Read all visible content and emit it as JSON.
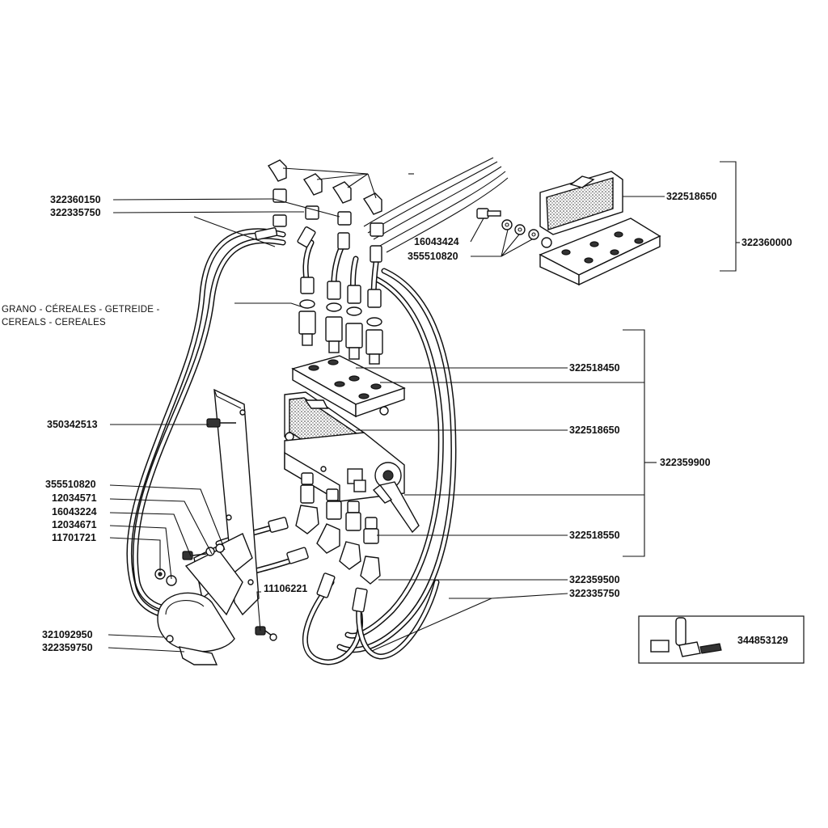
{
  "labels": {
    "p_322360150": "322360150",
    "p_322335750_top": "322335750",
    "p_16043424": "16043424",
    "p_355510820_top": "355510820",
    "p_322518650_top": "322518650",
    "p_322360000": "322360000",
    "p_322518450": "322518450",
    "p_322518650_mid": "322518650",
    "p_322359900": "322359900",
    "p_322518550": "322518550",
    "p_322359500": "322359500",
    "p_322335750_bottom": "322335750",
    "p_350342513": "350342513",
    "p_355510820_left": "355510820",
    "p_12034571": "12034571",
    "p_16043224": "16043224",
    "p_12034671": "12034671",
    "p_11701721": "11701721",
    "p_11106221": "11106221",
    "p_321092950": "321092950",
    "p_322359750": "322359750",
    "p_344853129": "344853129"
  },
  "caption": {
    "line1": "GRANO - CÉREALES - GETREIDE -",
    "line2": "CEREALS - CEREALES"
  },
  "colors": {
    "ink": "#111111",
    "background": "#ffffff"
  }
}
